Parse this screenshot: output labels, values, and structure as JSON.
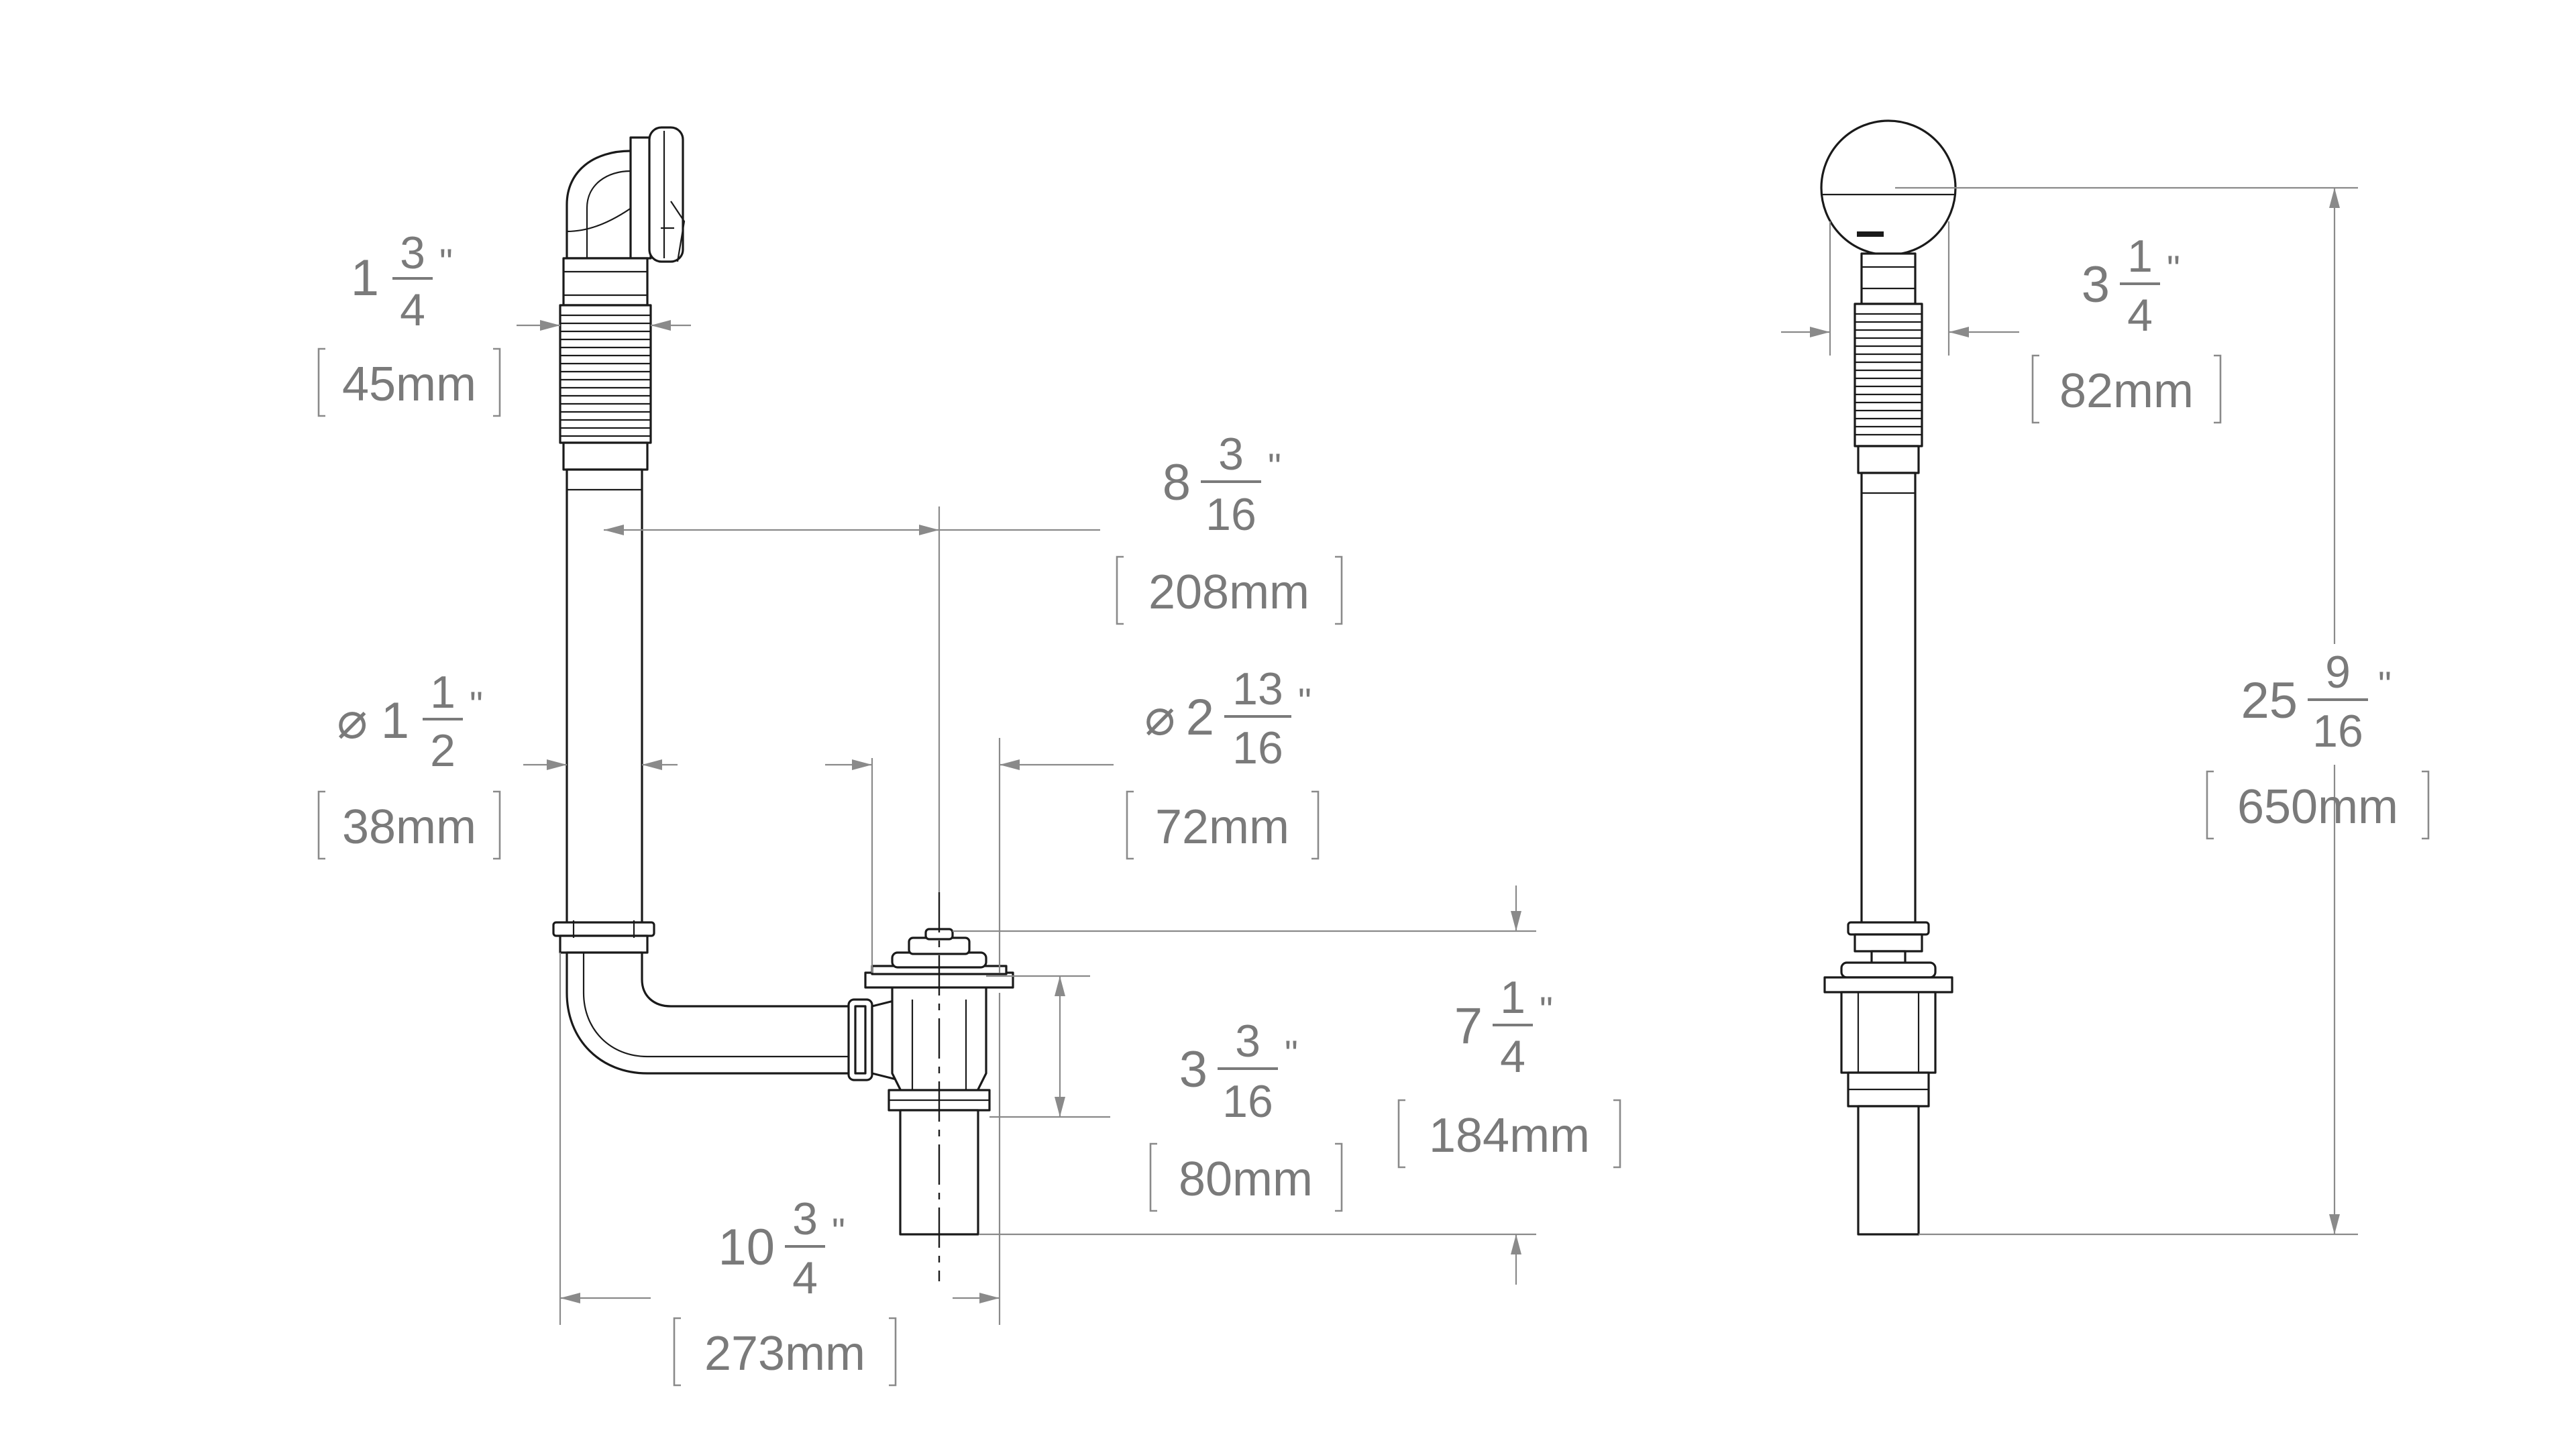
{
  "dimensions": {
    "overflow_diameter": {
      "whole": "1",
      "num": "3",
      "den": "4",
      "inch": "\"",
      "mm": "45mm"
    },
    "horizontal_offset": {
      "whole": "8",
      "num": "3",
      "den": "16",
      "inch": "\"",
      "mm": "208mm"
    },
    "overflow_tube_diameter": {
      "symbol": "⌀",
      "whole": "1",
      "num": "1",
      "den": "2",
      "inch": "\"",
      "mm": "38mm"
    },
    "drain_flange_diameter": {
      "symbol": "⌀",
      "whole": "2",
      "num": "13",
      "den": "16",
      "inch": "\"",
      "mm": "72mm"
    },
    "shoe_height": {
      "whole": "3",
      "num": "3",
      "den": "16",
      "inch": "\"",
      "mm": "80mm"
    },
    "tailpiece_height": {
      "whole": "7",
      "num": "1",
      "den": "4",
      "inch": "\"",
      "mm": "184mm"
    },
    "overall_width": {
      "whole": "10",
      "num": "3",
      "den": "4",
      "inch": "\"",
      "mm": "273mm"
    },
    "faceplate_diameter": {
      "whole": "3",
      "num": "1",
      "den": "4",
      "inch": "\"",
      "mm": "82mm"
    },
    "overall_height": {
      "whole": "25",
      "num": "9",
      "den": "16",
      "inch": "\"",
      "mm": "650mm"
    }
  },
  "colors": {
    "line": "#1a1a1a",
    "dimension": "#8a8a8a",
    "text": "#7a7a7a"
  }
}
